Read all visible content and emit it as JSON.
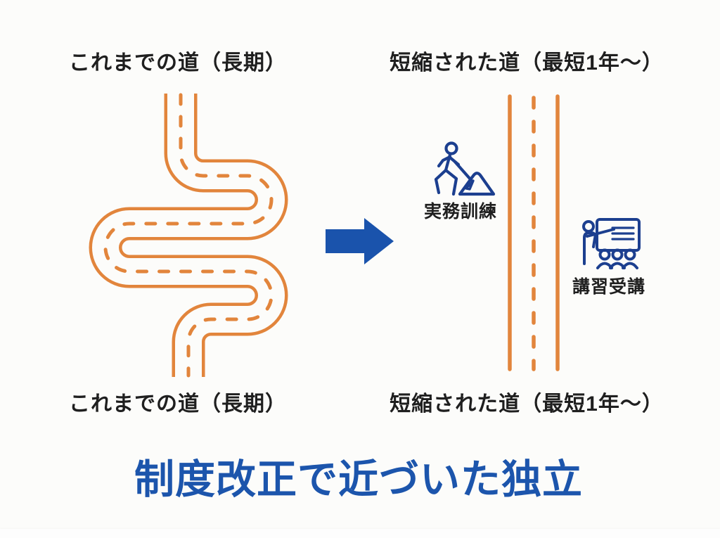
{
  "colors": {
    "background": "#FCFCFA",
    "road_orange": "#E2853C",
    "arrow_blue": "#1A53AC",
    "icon_navy": "#1C3F8F",
    "title_blue": "#1C55AC",
    "text_dark": "#1F1F1F"
  },
  "headings": {
    "old_path_top": "これまでの道（長期）",
    "old_path_bottom": "これまでの道（長期）",
    "new_path_top": "短縮された道（最短1年〜）",
    "new_path_bottom": "短縮された道（最短1年〜）"
  },
  "step_labels": {
    "practical_training": "実務訓練",
    "course_attendance": "講習受講"
  },
  "icons": {
    "center_arrow": "right-arrow",
    "practical_training": "worker-digging",
    "course_attendance": "lecture-presentation",
    "old_path": "winding-road",
    "new_path": "straight-road"
  },
  "footer": {
    "title": "制度改正で近づいた独立"
  }
}
